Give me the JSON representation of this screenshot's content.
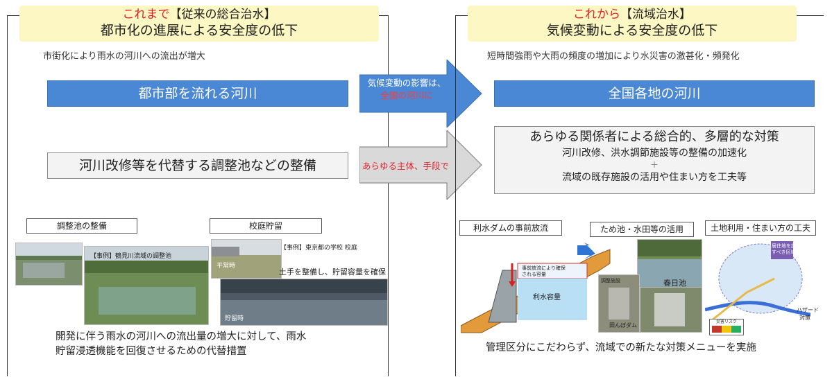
{
  "left": {
    "header_line1_red": "これまで",
    "header_line1_rest": "【従来の総合治水】",
    "header_line2": "都市化の進展による安全度の低下",
    "subtitle": "市街化により雨水の河川への流出が増大",
    "blue_bar": "都市部を流れる河川",
    "gray_box": "河川改修等を代替する調整池などの整備",
    "tag1": "調整池の整備",
    "tag2": "校庭貯留",
    "photo_label_1": "【事例】鶴見川流域の調整池",
    "photo_label_2": "【事例】東京都の学校 校庭",
    "photo_label_3": "平常時",
    "photo_label_4": "土手を整備し、貯留容量を確保",
    "photo_label_5": "貯留時",
    "caption_line1": "開発に伴う雨水の河川への流出量の増大に対して、雨水",
    "caption_line2": "貯留浸透機能を回復させるための代替措置"
  },
  "center": {
    "arrow1_line1": "気候変動の影響は、",
    "arrow1_line2": "全国の河川に",
    "arrow2_text": "あらゆる主体、手段で"
  },
  "right": {
    "header_line1_red": "これから",
    "header_line1_rest": "【流域治水】",
    "header_line2": "気候変動による安全度の低下",
    "subtitle": "短時間強雨や大雨の頻度の増加により水災害の激甚化・頻発化",
    "blue_bar": "全国各地の河川",
    "box_title": "あらゆる関係者による総合的、多層的な対策",
    "box_line2": "河川改修、洪水調節施設等の整備の加速化",
    "box_plus": "＋",
    "box_line3": "流域の既存施設の活用や住まい方を工夫等",
    "tag1": "利水ダムの事前放流",
    "tag2": "ため池・水田等の活用",
    "tag3": "土地利用・住まい方の工夫",
    "dam_label_1": "事前放流により確保",
    "dam_label_2": "される容量",
    "dam_label_3": "利水容量",
    "pond_label": "春日池",
    "photo_label_a": "調整施設",
    "photo_label_b": "田んぼダム",
    "map_label_1": "居住地を誘導",
    "map_label_2": "すべき区域",
    "map_label_3": "ハザード",
    "map_label_4": "対策",
    "legend_title": "災害リスク",
    "caption": "管理区分にこだわらず、流域での新たな対策メニューを実施"
  },
  "colors": {
    "header_bg": "#fdf7c3",
    "blue": "#4a87d4",
    "accent_red": "#e0202a",
    "gray_arrow": "#d9d9d9"
  }
}
